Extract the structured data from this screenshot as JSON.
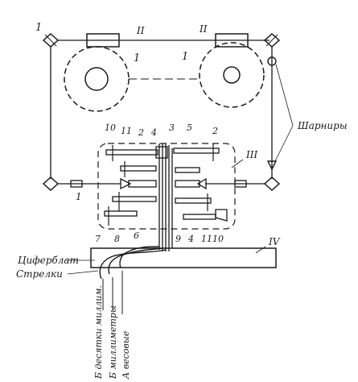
{
  "labels": {
    "roman_ii_left": "II",
    "roman_ii_right": "II",
    "roman_iii": "III",
    "roman_iv": "IV",
    "one_top_left": "1",
    "one_wheel_left": "1",
    "one_wheel_right": "1",
    "one_lower": "1",
    "sharniry": "Шарниры",
    "tsiferblat": "Циферблат",
    "strelki": "Стрелки",
    "n10_top": "10",
    "n11_top": "11",
    "n2_top": "2",
    "n4_top": "4",
    "n3": "3",
    "n5": "5",
    "n2_right": "2",
    "n7": "7",
    "n8": "8",
    "n6": "6",
    "n9": "9",
    "n4_bottom": "4",
    "n11_bottom": "11",
    "n10_bottom": "10",
    "b_desyatki": "Б десятки миллим.",
    "b_millimetry": "Б миллиметры",
    "a_vesovye": "А весовые"
  }
}
